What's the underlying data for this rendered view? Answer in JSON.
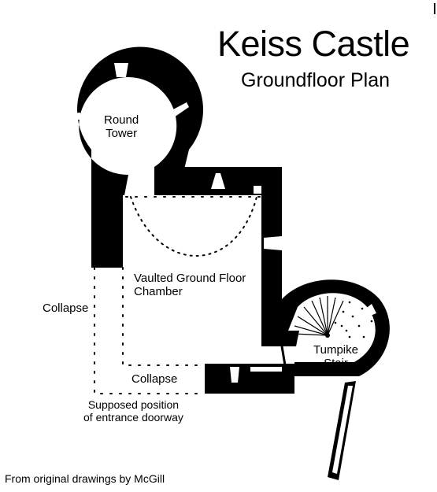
{
  "title": "Keiss Castle",
  "subtitle": "Groundfloor Plan",
  "rooms": {
    "round_tower": [
      "Round",
      "Tower"
    ],
    "vaulted_chamber": [
      "Vaulted Ground Floor",
      "Chamber"
    ],
    "tumpike_stair": [
      "Tumpike",
      "Stair"
    ]
  },
  "annotations": {
    "collapse_left": "Collapse",
    "collapse_bottom": "Collapse",
    "entrance": [
      "Supposed position",
      "of entrance doorway"
    ]
  },
  "credit": "From original drawings by McGill",
  "colors": {
    "wall": "#000000",
    "background": "#ffffff"
  }
}
